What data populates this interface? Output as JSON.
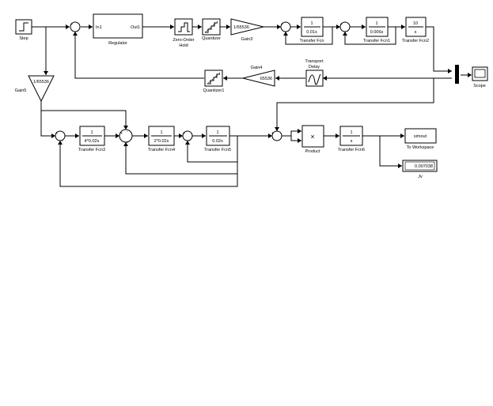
{
  "blocks": {
    "step": "Step",
    "regulator": {
      "label": "Regulator",
      "in": "In1",
      "out": "Out1"
    },
    "zoh": {
      "line1": "Zero-Order",
      "line2": "Hold"
    },
    "quantizer": "Quantizer",
    "gain3": {
      "label": "Gain3",
      "value": "1/65536"
    },
    "tf": {
      "label": "Transfer Fcn",
      "num": "1",
      "den": "0.01s"
    },
    "tf1": {
      "label": "Transfer Fcn1",
      "num": "1",
      "den": "0.006s"
    },
    "tf2": {
      "label": "Transfer Fcn2",
      "num": "10",
      "den": "s"
    },
    "scope": "Scope",
    "transport": {
      "line1": "Transport",
      "line2": "Delay"
    },
    "gain4": {
      "label": "Gain4",
      "value": "65536"
    },
    "quantizer1": "Quantizer1",
    "gain5": {
      "label": "Gain5",
      "value": "1/65536"
    },
    "tf3": {
      "label": "Transfer Fcn3",
      "num": "1",
      "den": "4*0.02s"
    },
    "tf4": {
      "label": "Transfer Fcn4",
      "num": "1",
      "den": "2*0.02s"
    },
    "tf5": {
      "label": "Transfer Fcn5",
      "num": "1",
      "den": "0.02s"
    },
    "product": {
      "label": "Product",
      "symbol": "×"
    },
    "tf6": {
      "label": "Transfer Fcn6",
      "num": "1",
      "den": "s"
    },
    "toworkspace": {
      "label": "To Workspace",
      "value": "simout"
    },
    "display": {
      "label": "Jv",
      "value": "0.007038"
    }
  },
  "signs": {
    "plus": "+",
    "minus": "-"
  }
}
